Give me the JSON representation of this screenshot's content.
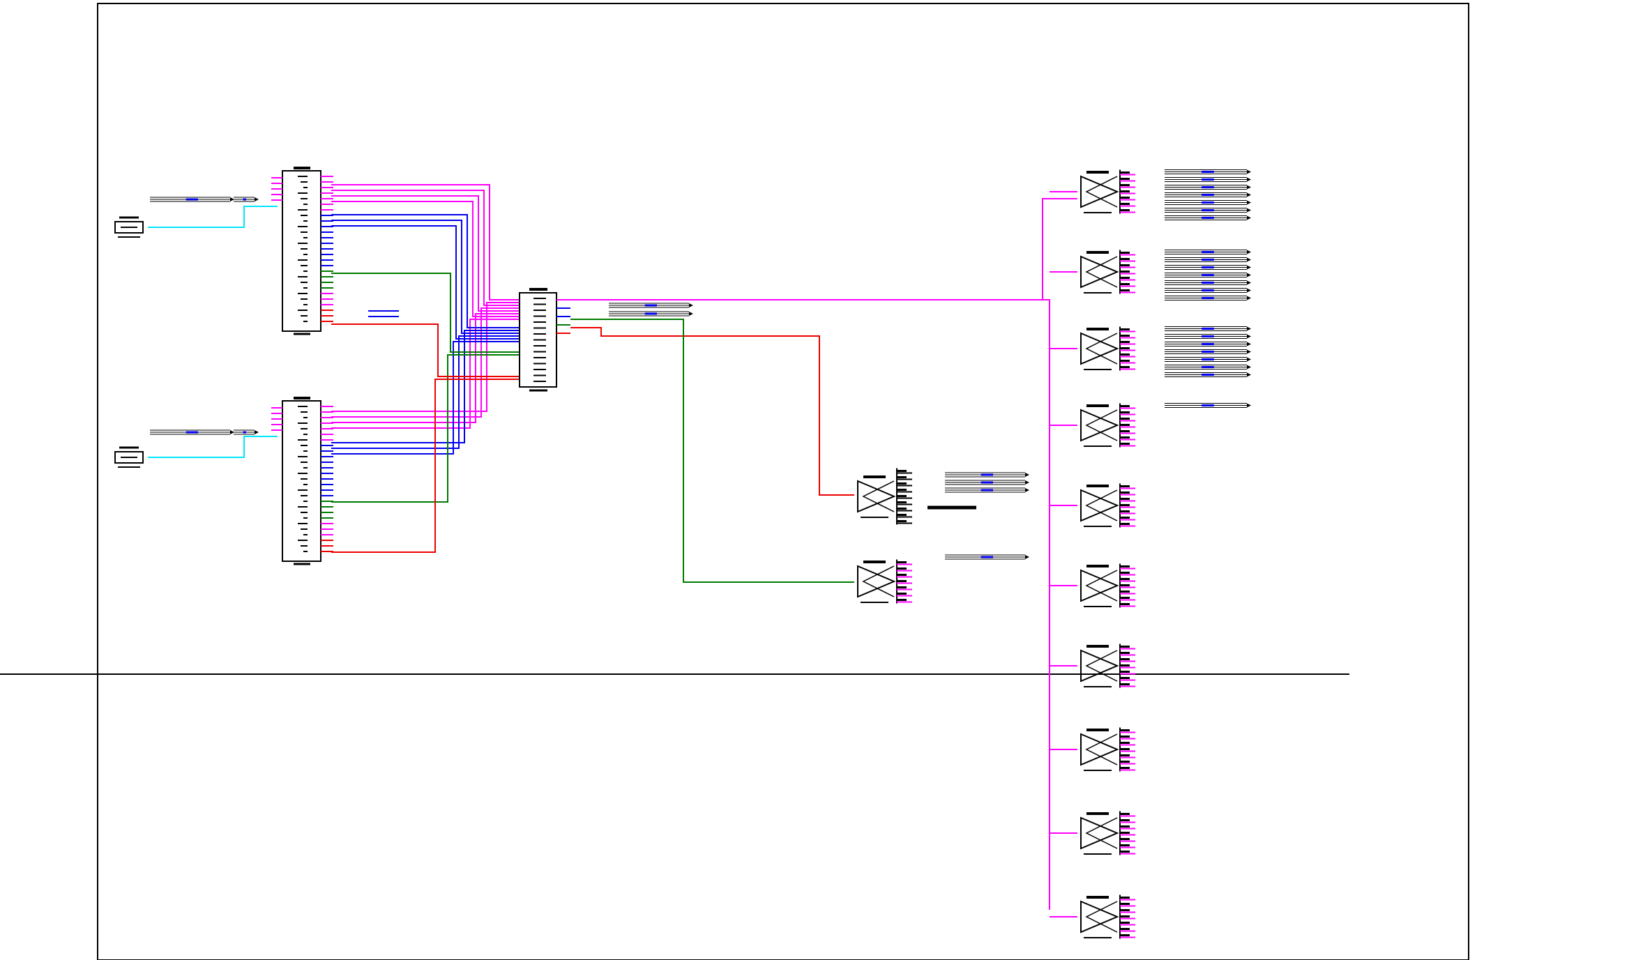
{
  "diagram": {
    "type": "wiring-schematic",
    "text_labels": [],
    "colors": {
      "background": "#ffffff",
      "frame": "#000000",
      "component": "#000000",
      "cyan_wire": "#00e5ff",
      "magenta_wire": "#ff00ff",
      "blue_wire": "#0000ee",
      "green_wire": "#007a00",
      "red_wire": "#ee0000"
    },
    "components": {
      "input_sources": 2,
      "input_modules": 2,
      "hub_modules": 1,
      "branch_splitters": 2,
      "distribution_splitters": 10
    }
  }
}
